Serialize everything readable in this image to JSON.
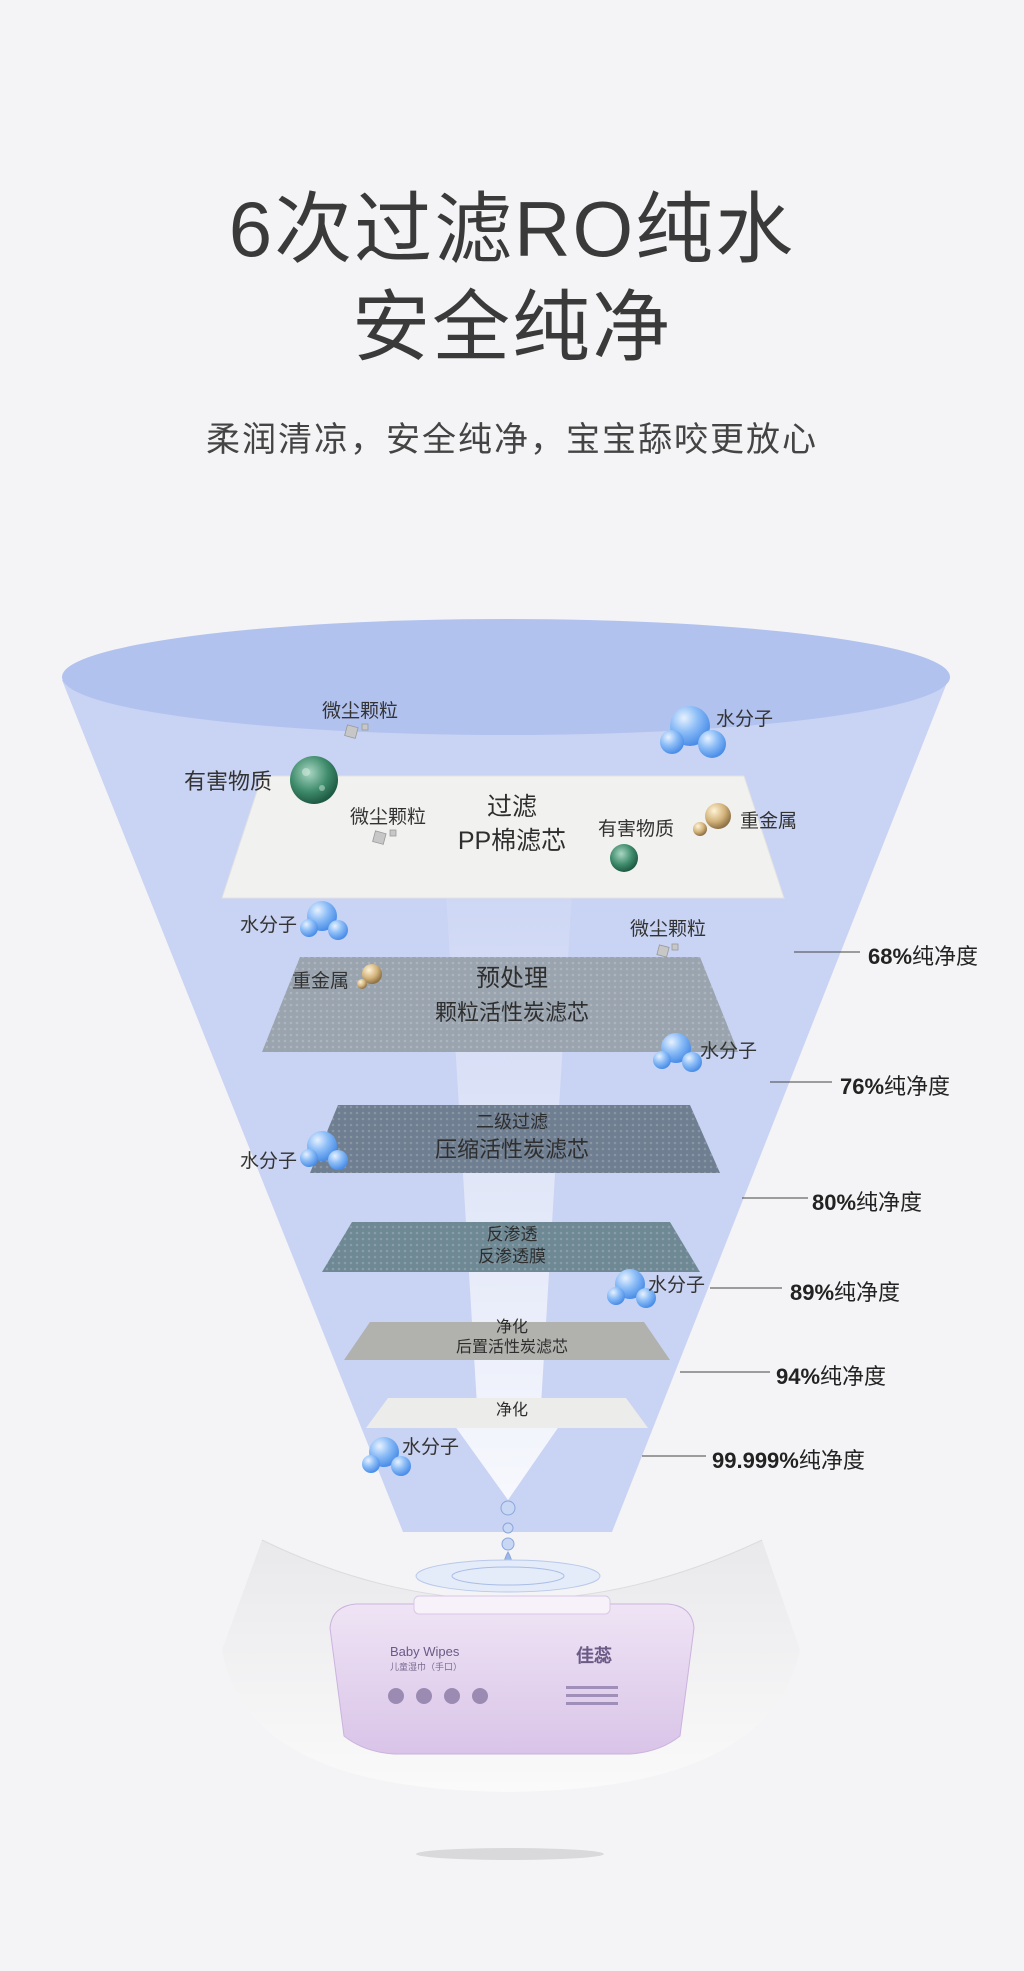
{
  "header": {
    "title_line1": "6次过滤RO纯水",
    "title_line2": "安全纯净",
    "subtitle": "柔润清凉，安全纯净，宝宝舔咬更放心"
  },
  "floating_labels": {
    "dust_top": "微尘颗粒",
    "water_top": "水分子",
    "harmful_left": "有害物质",
    "dust_layer1": "微尘颗粒",
    "harmful_layer1": "有害物质",
    "heavy_metal_layer1": "重金属",
    "water_below1": "水分子",
    "dust_below1": "微尘颗粒",
    "heavy_metal_layer2": "重金属",
    "water_layer2": "水分子",
    "water_layer3": "水分子",
    "water_layer4": "水分子",
    "water_layer6": "水分子"
  },
  "layers": [
    {
      "step": "过滤",
      "name": "PP棉滤芯"
    },
    {
      "step": "预处理",
      "name": "颗粒活性炭滤芯"
    },
    {
      "step": "二级过滤",
      "name": "压缩活性炭滤芯"
    },
    {
      "step": "反渗透",
      "name": "反渗透膜"
    },
    {
      "step": "净化",
      "name": "后置活性炭滤芯"
    },
    {
      "step": "净化",
      "name": ""
    }
  ],
  "purity": [
    {
      "value": "68%",
      "suffix": "纯净度"
    },
    {
      "value": "76%",
      "suffix": "纯净度"
    },
    {
      "value": "80%",
      "suffix": "纯净度"
    },
    {
      "value": "89%",
      "suffix": "纯净度"
    },
    {
      "value": "94%",
      "suffix": "纯净度"
    },
    {
      "value": "99.999%",
      "suffix": "纯净度"
    }
  ],
  "product": {
    "brand": "佳蕊",
    "label": "Baby Wipes",
    "sublabel": "儿童湿巾（手口）"
  },
  "colors": {
    "funnel": "#c9d3f3",
    "funnel_top": "#b1c2ef",
    "water_molecule": "#7fb2f5",
    "package": "#e3d2ee",
    "background": "#f4f4f6"
  }
}
